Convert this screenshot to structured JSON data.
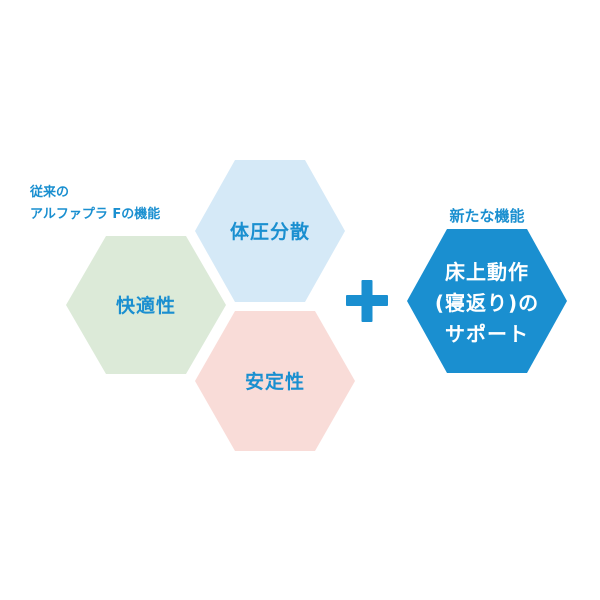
{
  "colors": {
    "blue_text": "#1a8fd0",
    "hex_blue": "#d5e9f7",
    "hex_green": "#dcead8",
    "hex_pink": "#f9dcd8",
    "hex_new": "#1a8fd0",
    "white": "#ffffff",
    "plus": "#1a8fd0"
  },
  "existing": {
    "caption_line1": "従来の",
    "caption_line2": "アルファプラ Fの機能",
    "hex_top": "体圧分散",
    "hex_left": "快適性",
    "hex_bottom": "安定性"
  },
  "operator": "+",
  "new_feature": {
    "caption": "新たな機能",
    "line1": "床上動作",
    "line2": "(寝返り)の",
    "line3": "サポート"
  }
}
